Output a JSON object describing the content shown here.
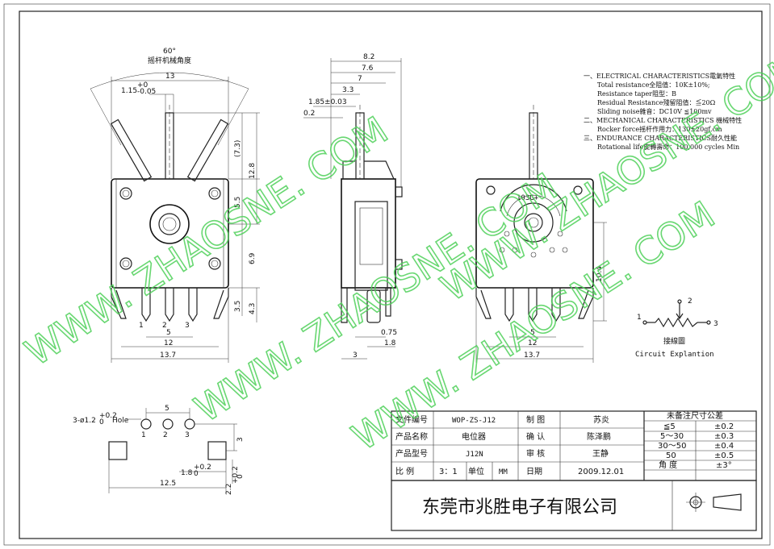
{
  "top_view": {
    "angle": "60°",
    "angle_note": "摇杆机械角度",
    "dim_width": "13",
    "dim_hole_offset": "1.15",
    "dim_hole_tol_upper": "+0",
    "dim_hole_tol_lower": "-0.05",
    "dim_7_3": "(7.3)",
    "dim_12_8": "12.8",
    "dim_5_5": "5.5",
    "dim_6_9": "6.9",
    "dim_3_5": "3.5",
    "dim_4_3": "4.3",
    "pin1": "1",
    "pin2": "2",
    "pin3": "3",
    "dim_pitch": "5",
    "dim_pin_span": "12",
    "dim_body": "13.7"
  },
  "side_view": {
    "dim_8_2": "8.2",
    "dim_7_6": "7.6",
    "dim_7": "7",
    "dim_3_3": "3.3",
    "dim_1_85": "1.85±0.03",
    "dim_0_2": "0.2",
    "dim_0_75": "0.75",
    "dim_1_8": "1.8",
    "dim_3": "3"
  },
  "back_view": {
    "marking": "103G+",
    "dim_10_4": "10.4",
    "dim_pitch": "5",
    "dim_pin_span": "12",
    "dim_body": "13.7"
  },
  "specs": [
    {
      "id": "spec-elec-title",
      "text": "一、ELECTRICAL CHARACTERISTICS電氣特性"
    },
    {
      "id": "spec-total-res",
      "text": "Total resistance全阻值：10K±10%;"
    },
    {
      "id": "spec-taper",
      "text": "Resistance taper阻型：B"
    },
    {
      "id": "spec-residual",
      "text": "Residual Resistance殘留阻值：≦20Ω"
    },
    {
      "id": "spec-noise",
      "text": "Sliding noise雜音：DC10V ≦100mv"
    },
    {
      "id": "spec-mech-title",
      "text": "二、MECHANICAL CHARACTERISTICS 機械特性"
    },
    {
      "id": "spec-rocker",
      "text": "Rocker force摇杆作用力：130±20gf.cm"
    },
    {
      "id": "spec-endu-title",
      "text": "三、ENDURANCE CHARACTERISTICS耐久性能"
    },
    {
      "id": "spec-life",
      "text": "Rotational life旋轉壽命：100,000 cycles Min"
    }
  ],
  "circuit": {
    "label_cn": "接線圖",
    "label_en": "Circuit Explantion",
    "p1": "1",
    "p2": "2",
    "p3": "3"
  },
  "footprint": {
    "hole_note": "3-ø1.2",
    "hole_tol_upper": "+0.2",
    "hole_tol_lower": "0",
    "hole_suffix": "Hole",
    "dim_pitch": "5",
    "pin1": "1",
    "pin2": "2",
    "pin3": "3",
    "dim_3": "3",
    "dim_1_8": "1.8",
    "dim_1_8_tol_upper": "+0.2",
    "dim_1_8_tol_lower": "0",
    "dim_2_2": "2.2",
    "dim_2_2_tol_upper": "+0.2",
    "dim_2_2_tol_lower": "0",
    "dim_12_5": "12.5"
  },
  "title_block": {
    "doc_no_label": "文件编号",
    "doc_no": "WOP-ZS-J12",
    "drawn_label": "制  图",
    "drawn_by": "苏炎",
    "name_label": "产品名称",
    "name": "电位器",
    "checked_label": "确  认",
    "checked_by": "陈泽鹏",
    "model_label": "产品型号",
    "model": "J12N",
    "approved_label": "审  核",
    "approved_by": "王静",
    "scale_label": "比  例",
    "scale": "3：1",
    "unit_label": "单位",
    "unit": "MM",
    "date_label": "日期",
    "date": "2009.12.01",
    "company": "东莞市兆胜电子有限公司",
    "tol_title": "未备注尺寸公差",
    "tolerances": [
      {
        "range": "≦5",
        "tol": "±0.2"
      },
      {
        "range": "5～30",
        "tol": "±0.3"
      },
      {
        "range": "30～50",
        "tol": "±0.4"
      },
      {
        "range": "50",
        "tol": "±0.5"
      }
    ],
    "angle_label": "角  度",
    "angle_tol": "±3°"
  },
  "watermarks": [
    "WWW. ZHAOSNE. COM",
    "WWW. ZHAOSNE. COM",
    "WWW. ZHAOSNE. COM",
    "WWW. ZHAOSNE. COM"
  ]
}
